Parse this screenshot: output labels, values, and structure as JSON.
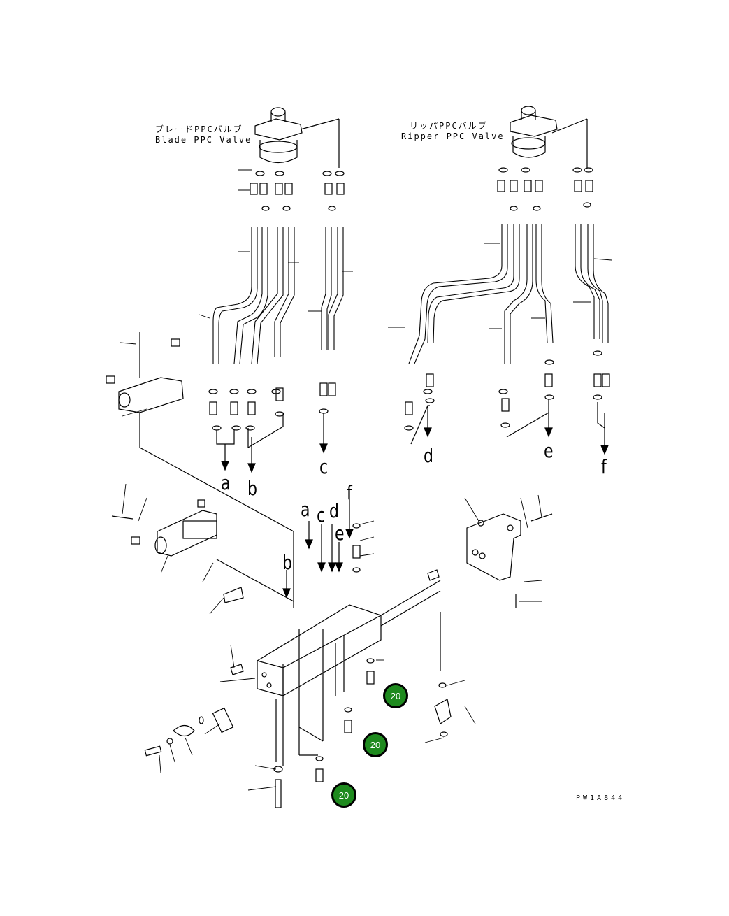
{
  "labels": {
    "blade_jp": "ブレードPPCバルブ",
    "blade_en": "Blade PPC Valve",
    "ripper_jp": "リッパPPCバルブ",
    "ripper_en": "Ripper PPC Valve",
    "drawing_code": "PW1A844"
  },
  "line_letters": {
    "a": "a",
    "b": "b",
    "c": "c",
    "d": "d",
    "e": "e",
    "f": "f"
  },
  "callouts": [
    "20",
    "20",
    "20"
  ],
  "colors": {
    "line": "#000000",
    "callout_fill": "#1e8a1e",
    "callout_text": "#ffffff"
  }
}
